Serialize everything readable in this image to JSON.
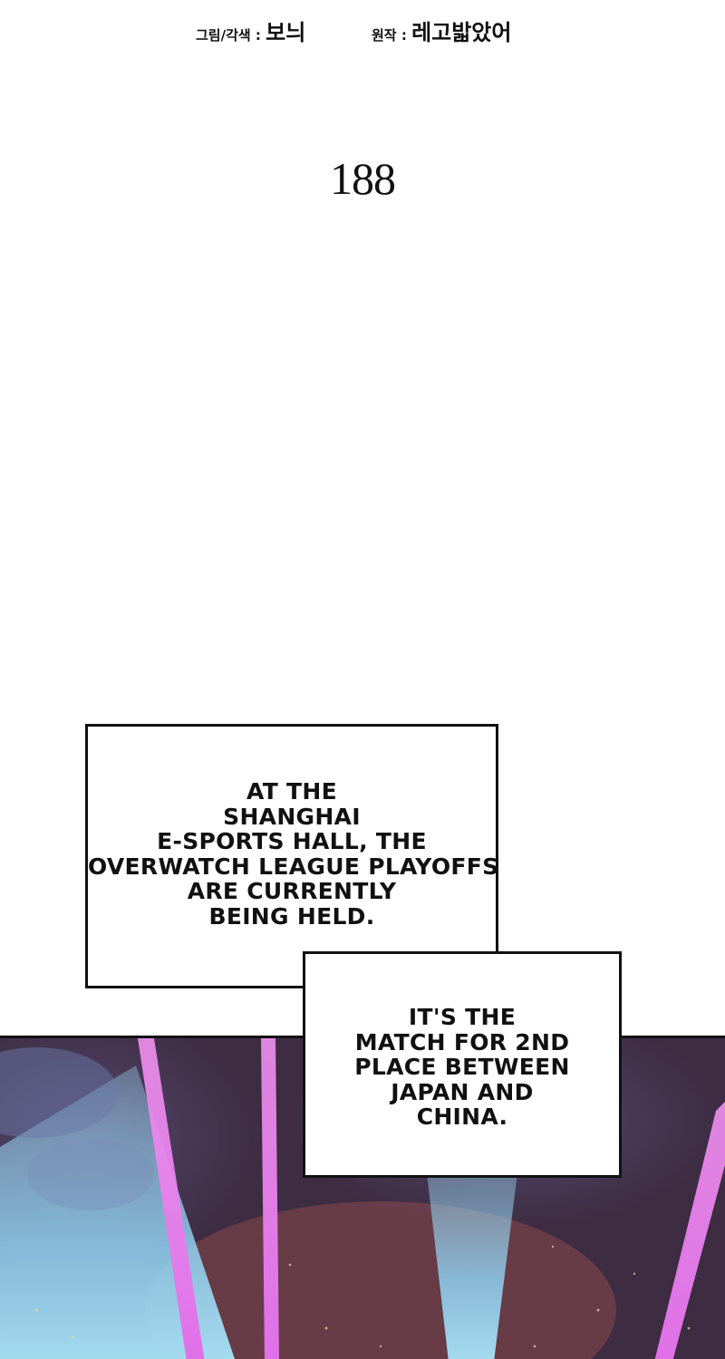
{
  "credits": {
    "art_role": "그림/각색",
    "art_name": "보늬",
    "story_role": "원작",
    "story_name": "레고밟았어",
    "separator": " : "
  },
  "chapter": {
    "number": "188"
  },
  "captions": [
    {
      "lines": [
        "AT THE",
        "SHANGHAI",
        "E-SPORTS HALL, THE",
        "OVERWATCH LEAGUE PLAYOFFS",
        "ARE CURRENTLY",
        "BEING HELD."
      ]
    },
    {
      "lines": [
        "IT'S THE",
        "MATCH FOR 2ND",
        "PLACE BETWEEN",
        "JAPAN AND",
        "CHINA."
      ]
    }
  ],
  "colors": {
    "background": "#ffffff",
    "ink": "#111111",
    "sky_dark": "#3a2a40",
    "sky_warm": "#8a4a4a",
    "beam_pink": "#e070e8",
    "beam_blue": "#8fd0f0"
  }
}
